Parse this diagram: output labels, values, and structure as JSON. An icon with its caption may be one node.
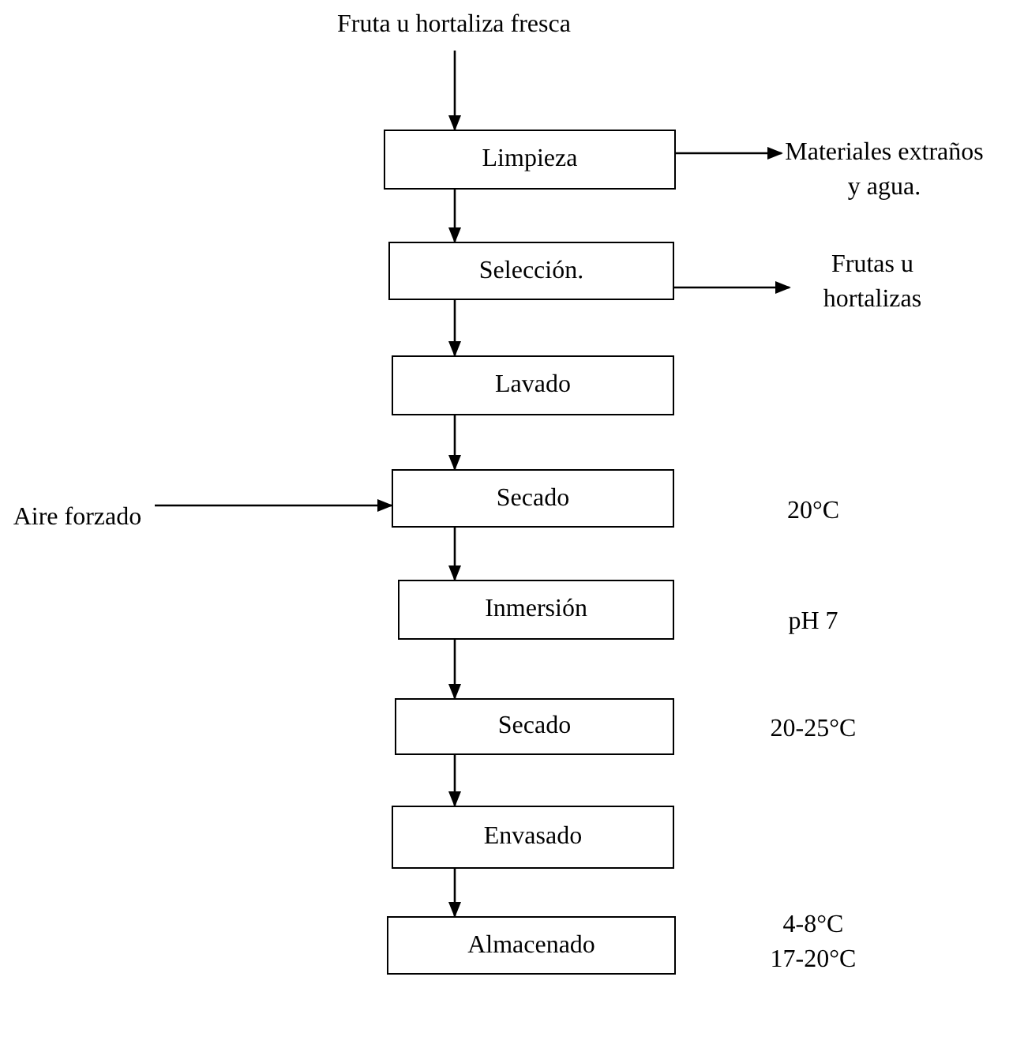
{
  "diagram": {
    "nodes": [
      {
        "text": [
          "Fruta u hortaliza fresca"
        ]
      },
      {
        "text": [
          "Limpieza"
        ]
      },
      {
        "text": [
          "Materiales extraños y agua."
        ]
      },
      {
        "text": [
          "Selección."
        ]
      },
      {
        "text": [
          "Frutas u hortalizas"
        ]
      },
      {
        "text": [
          "Lavado"
        ]
      },
      {
        "text": [
          "Aire forzado"
        ]
      },
      {
        "text": [
          "Secado"
        ]
      },
      {
        "text": [
          "Inmersión"
        ]
      },
      {
        "text": [
          "Secado"
        ]
      },
      {
        "text": [
          "Envasado"
        ]
      },
      {
        "text": [
          "Almacenado"
        ]
      }
    ],
    "edges": [
      {
        "from": 0,
        "to": 1,
        "arrow": "to"
      },
      {
        "from": 1,
        "to": 2,
        "arrow": "to"
      },
      {
        "from": 1,
        "to": 3,
        "arrow": "to"
      },
      {
        "from": 3,
        "to": 4,
        "arrow": "to"
      },
      {
        "from": 3,
        "to": 5,
        "arrow": "to"
      },
      {
        "from": 5,
        "to": 7,
        "arrow": "to"
      },
      {
        "from": 6,
        "to": 7,
        "arrow": "to"
      },
      {
        "from": 7,
        "to": 8,
        "arrow": "to"
      },
      {
        "from": 8,
        "to": 9,
        "arrow": "to"
      },
      {
        "from": 9,
        "to": 10,
        "arrow": "to"
      },
      {
        "from": 10,
        "to": 11,
        "arrow": "to"
      }
    ],
    "labels": [
      "20°C",
      "pH 7",
      "20-25°C",
      "4-8°C",
      "17-20°C"
    ]
  }
}
